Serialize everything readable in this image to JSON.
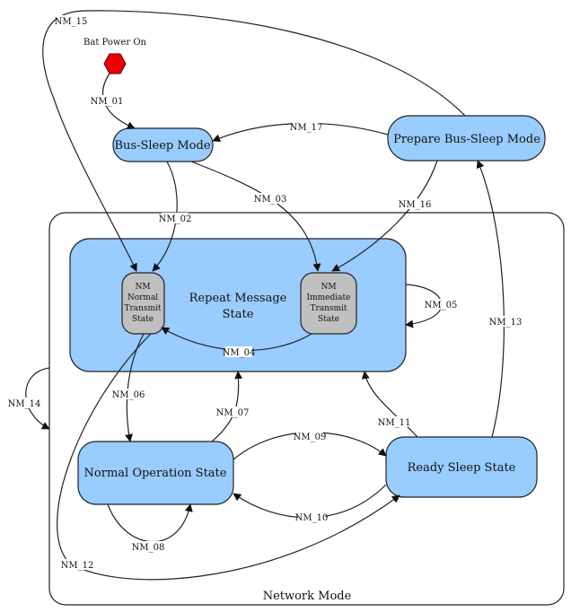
{
  "diagram": {
    "container_label": "Network Mode",
    "repeat_group_label": [
      "Repeat Message",
      "State"
    ],
    "start_label": "Bat Power On",
    "states": {
      "bus_sleep": "Bus-Sleep Mode",
      "prepare_bus_sleep": "Prepare Bus-Sleep Mode",
      "normal_transmit": [
        "NM",
        "Normal",
        "Transmit",
        "State"
      ],
      "immediate_transmit": [
        "NM",
        "Immediate",
        "Transmit",
        "State"
      ],
      "normal_operation": "Normal Operation State",
      "ready_sleep": "Ready Sleep State"
    },
    "transitions": {
      "nm01": "NM_01",
      "nm02": "NM_02",
      "nm03": "NM_03",
      "nm04": "NM_04",
      "nm05": "NM_05",
      "nm06": "NM_06",
      "nm07": "NM_07",
      "nm08": "NM_08",
      "nm09": "NM_09",
      "nm10": "NM_10",
      "nm11": "NM_11",
      "nm12": "NM_12",
      "nm13": "NM_13",
      "nm14": "NM_14",
      "nm15": "NM_15",
      "nm16": "NM_16",
      "nm17": "NM_17"
    },
    "colors": {
      "state_fill": "#99ccff",
      "state_stroke": "#222222",
      "substate_fill": "#c0c0c0",
      "start_fill": "#ee0000",
      "container_stroke": "#222222"
    }
  }
}
